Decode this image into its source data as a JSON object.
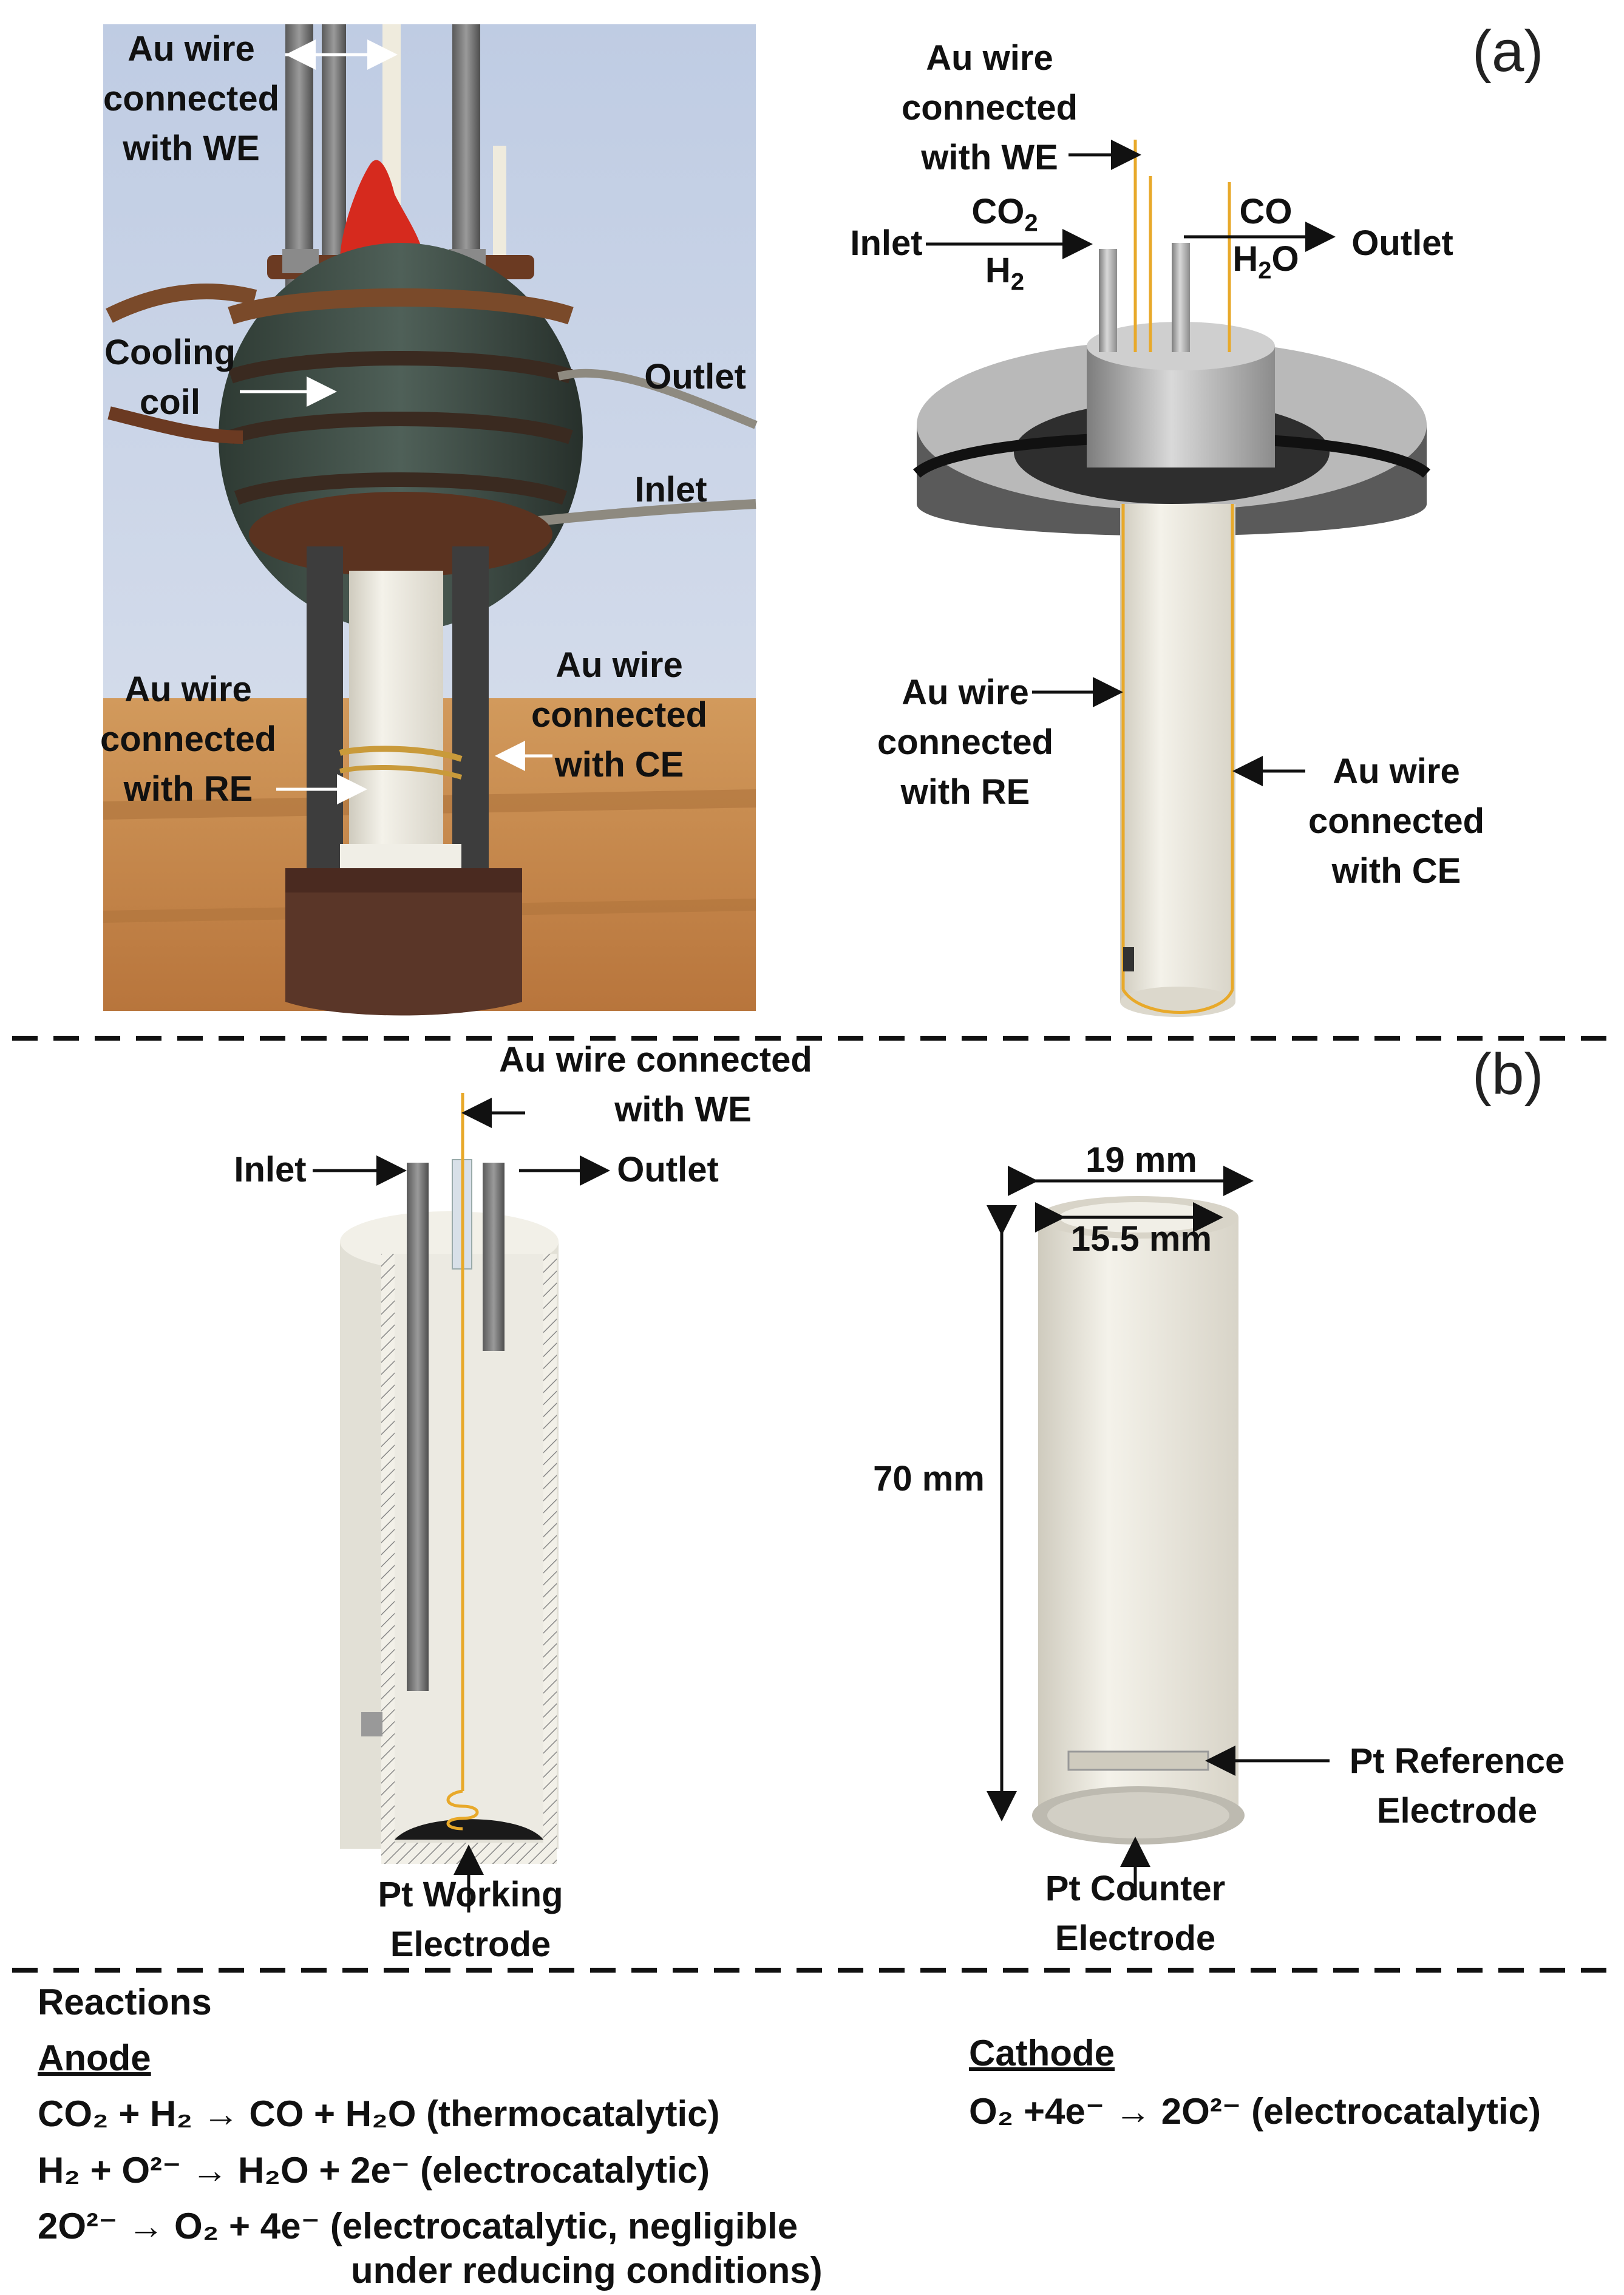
{
  "panels": {
    "a": "(a)",
    "b": "(b)"
  },
  "photo_labels": {
    "au_we": [
      "Au wire",
      "connected",
      "with WE"
    ],
    "cooling": [
      "Cooling",
      "coil"
    ],
    "outlet": "Outlet",
    "inlet": "Inlet",
    "au_re": [
      "Au wire",
      "connected",
      "with RE"
    ],
    "au_ce": [
      "Au wire",
      "connected",
      "with CE"
    ]
  },
  "render_a": {
    "au_we": [
      "Au wire",
      "connected",
      "with WE"
    ],
    "inlet": "Inlet",
    "inlet_gas_1": "CO",
    "inlet_gas_1_sub": "2",
    "inlet_gas_2": "H",
    "inlet_gas_2_sub": "2",
    "outlet_gas_1": "CO",
    "outlet_gas_2a": "H",
    "outlet_gas_2_sub": "2",
    "outlet_gas_2b": "O",
    "outlet": "Outlet",
    "au_re": [
      "Au wire",
      "connected",
      "with RE"
    ],
    "au_ce": [
      "Au wire",
      "connected",
      "with CE"
    ]
  },
  "render_b": {
    "au_we": [
      "Au wire connected",
      "with WE"
    ],
    "inlet": "Inlet",
    "outlet": "Outlet",
    "pt_we": [
      "Pt Working",
      "Electrode"
    ],
    "dim_outer": "19 mm",
    "dim_inner": "15.5 mm",
    "dim_length": "70 mm",
    "pt_re": [
      "Pt Reference",
      "Electrode"
    ],
    "pt_ce": [
      "Pt Counter",
      "Electrode"
    ]
  },
  "reactions": {
    "title": "Reactions",
    "anode_title": "Anode",
    "cathode_title": "Cathode",
    "anode_1": "CO₂ + H₂ → CO + H₂O (thermocatalytic)",
    "anode_2": "H₂ + O²⁻ → H₂O + 2e⁻ (electrocatalytic)",
    "anode_3a": "2O²⁻ → O₂ + 4e⁻ (electrocatalytic, negligible",
    "anode_3b": "under reducing conditions)",
    "cathode_1": "O₂ +4e⁻ → 2O²⁻ (electrocatalytic)"
  },
  "colors": {
    "gold_wire": "#E8A92A",
    "ceramic": "#E9E7DE",
    "steel": "#9A9A9A",
    "sealant": "#D62A1E",
    "copper": "#6B3A22",
    "wood": "#C98A4B",
    "wall": "#C8D3E6"
  },
  "icons": [
    "arrow-right-icon",
    "arrow-left-icon",
    "double-arrow-icon",
    "spring-coil-icon"
  ]
}
